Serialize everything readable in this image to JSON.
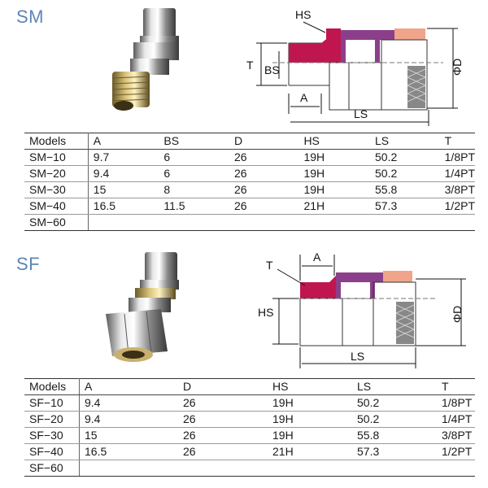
{
  "sm": {
    "title": "SM",
    "labels": {
      "hs": "HS",
      "t": "T",
      "bs": "BS",
      "a": "A",
      "ls": "LS",
      "phid": "ΦD"
    },
    "columns": [
      "Models",
      "A",
      "BS",
      "D",
      "HS",
      "LS",
      "T"
    ],
    "rows": [
      [
        "SM−10",
        "9.7",
        "6",
        "26",
        "19H",
        "50.2",
        "1/8PT"
      ],
      [
        "SM−20",
        "9.4",
        "6",
        "26",
        "19H",
        "50.2",
        "1/4PT"
      ],
      [
        "SM−30",
        "15",
        "8",
        "26",
        "19H",
        "55.8",
        "3/8PT"
      ],
      [
        "SM−40",
        "16.5",
        "11.5",
        "26",
        "21H",
        "57.3",
        "1/2PT"
      ],
      [
        "SM−60",
        "",
        "",
        "",
        "",
        "",
        ""
      ]
    ]
  },
  "sf": {
    "title": "SF",
    "labels": {
      "t": "T",
      "a": "A",
      "hs": "HS",
      "ls": "LS",
      "phid": "ΦD"
    },
    "columns": [
      "Models",
      "A",
      "D",
      "HS",
      "LS",
      "T"
    ],
    "rows": [
      [
        "SF−10",
        "9.4",
        "26",
        "19H",
        "50.2",
        "1/8PT"
      ],
      [
        "SF−20",
        "9.4",
        "26",
        "19H",
        "50.2",
        "1/4PT"
      ],
      [
        "SF−30",
        "15",
        "26",
        "19H",
        "55.8",
        "3/8PT"
      ],
      [
        "SF−40",
        "16.5",
        "26",
        "21H",
        "57.3",
        "1/2PT"
      ],
      [
        "SF−60",
        "",
        "",
        "",
        "",
        ""
      ]
    ]
  },
  "colors": {
    "accent_title": "#5b86b8",
    "body_red": "#c0164f",
    "sleeve_purple": "#8b3f8a",
    "ring_peach": "#f0a48a"
  }
}
